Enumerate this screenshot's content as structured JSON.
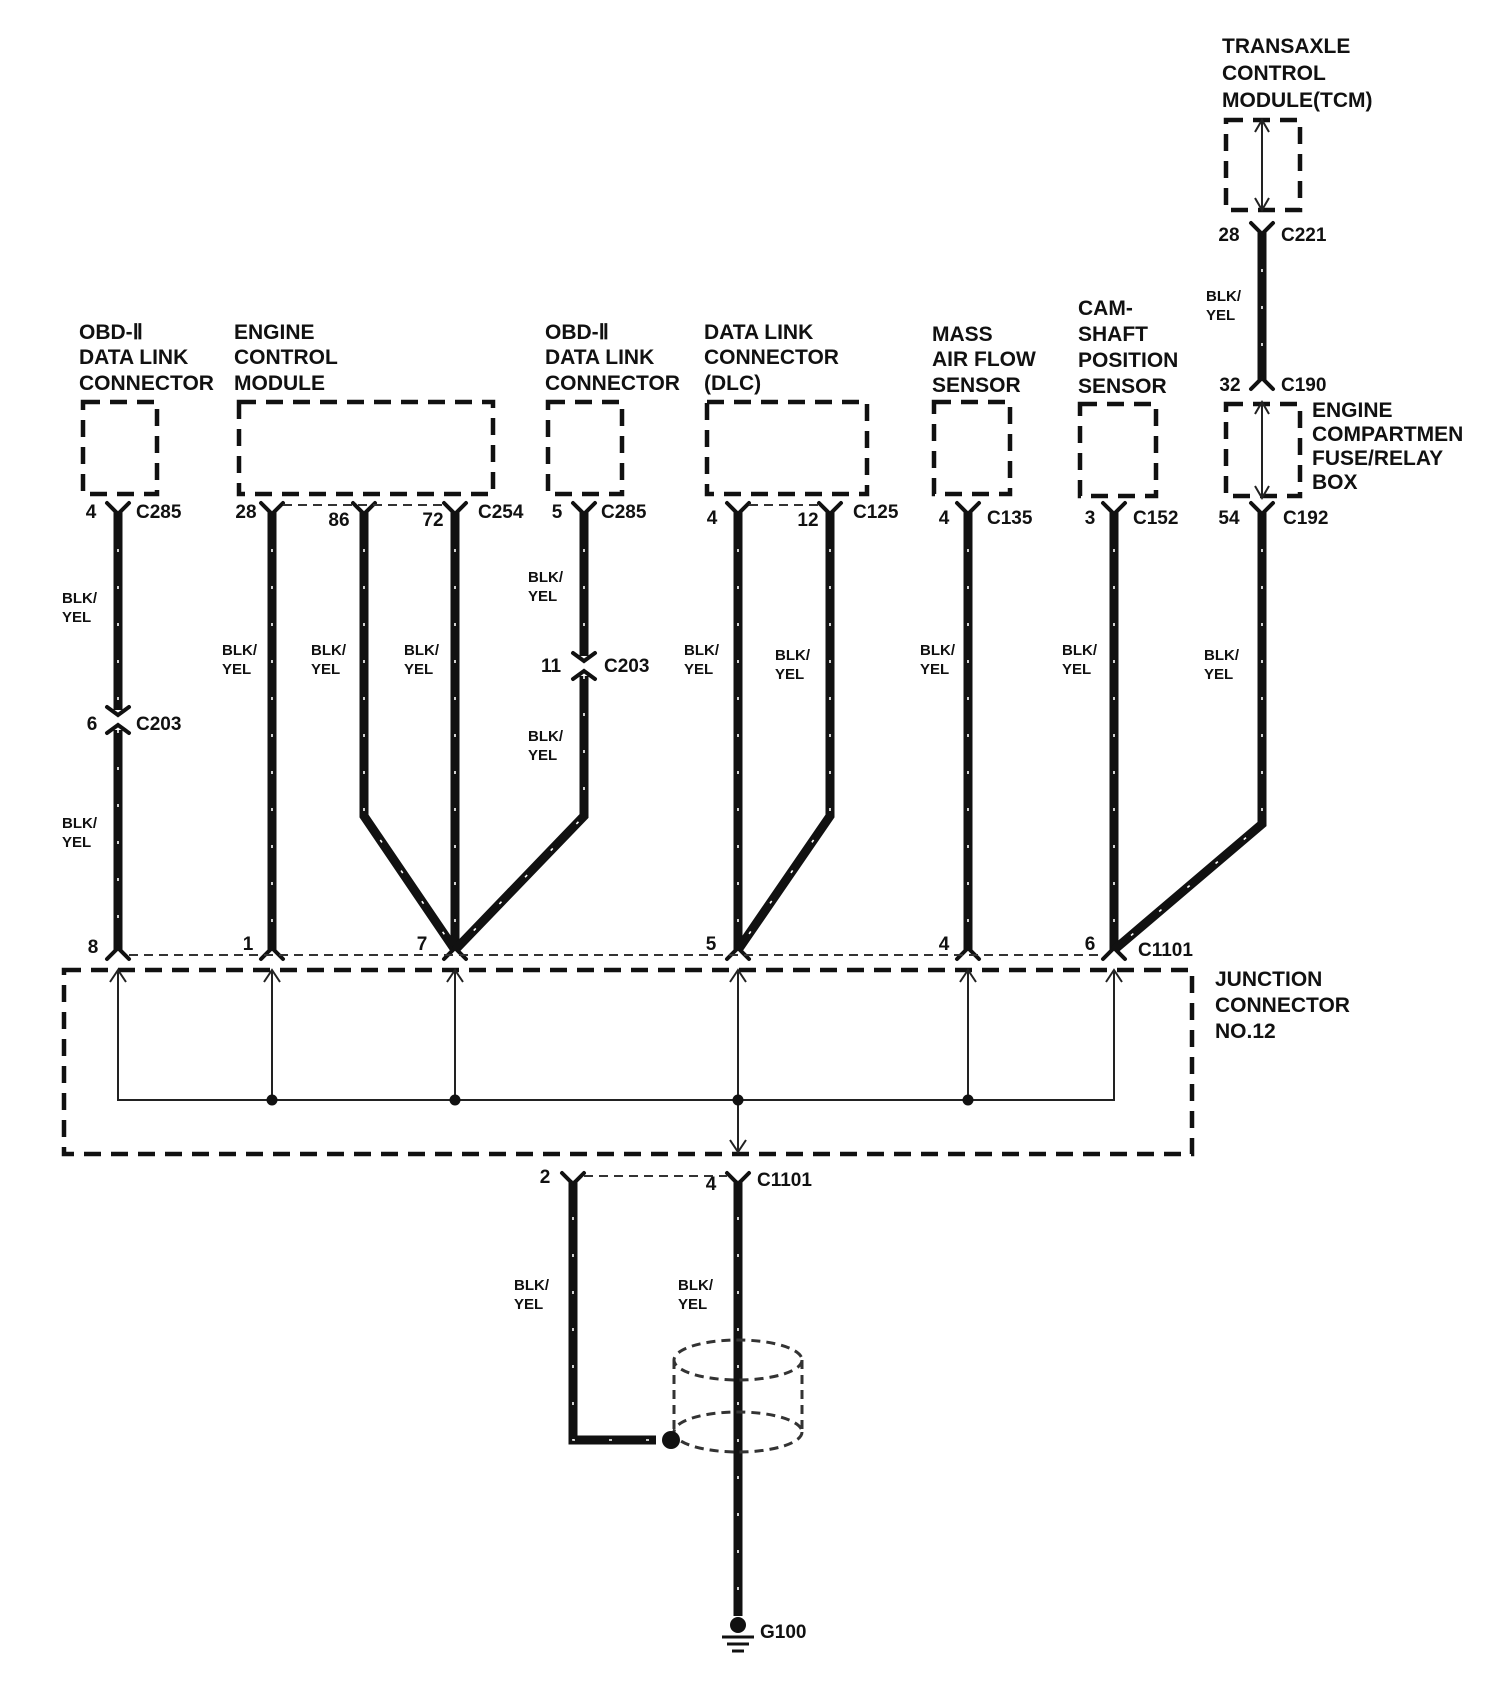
{
  "components": {
    "tcm": [
      "TRANSAXLE",
      "CONTROL",
      "MODULE(TCM)"
    ],
    "obd_left": [
      "OBD-Ⅱ",
      "DATA LINK",
      "CONNECTOR"
    ],
    "ecm": [
      "ENGINE",
      "CONTROL",
      "MODULE"
    ],
    "obd_mid": [
      "OBD-Ⅱ",
      "DATA LINK",
      "CONNECTOR"
    ],
    "dlc": [
      "DATA LINK",
      "CONNECTOR",
      "(DLC)"
    ],
    "maf": [
      "MASS",
      "AIR FLOW",
      "SENSOR"
    ],
    "cmp": [
      "CAM-",
      "SHAFT",
      "POSITION",
      "SENSOR"
    ],
    "fuse_box": [
      "ENGINE",
      "COMPARTMEN",
      "FUSE/RELAY",
      "BOX"
    ],
    "junction": [
      "JUNCTION",
      "CONNECTOR",
      "NO.12"
    ]
  },
  "wire_color": [
    "BLK/",
    "YEL"
  ],
  "connectors": {
    "c285_a": {
      "pin": "4",
      "name": "C285"
    },
    "c203_a": {
      "pin": "6",
      "name": "C203"
    },
    "c254_28": {
      "pin": "28"
    },
    "c254_86": {
      "pin": "86"
    },
    "c254_72": {
      "pin": "72",
      "name": "C254"
    },
    "c285_b": {
      "pin": "5",
      "name": "C285"
    },
    "c203_b": {
      "pin": "11",
      "name": "C203"
    },
    "c125_4": {
      "pin": "4"
    },
    "c125_12": {
      "pin": "12",
      "name": "C125"
    },
    "c135": {
      "pin": "4",
      "name": "C135"
    },
    "c152": {
      "pin": "3",
      "name": "C152"
    },
    "c192": {
      "pin": "54",
      "name": "C192"
    },
    "c190": {
      "pin": "32",
      "name": "C190"
    },
    "c221": {
      "pin": "28",
      "name": "C221"
    },
    "c1101_top": {
      "pins": [
        "8",
        "1",
        "7",
        "5",
        "4",
        "6"
      ],
      "name": "C1101"
    },
    "c1101_bottom": {
      "pins": [
        "2",
        "4"
      ],
      "name": "C1101"
    }
  },
  "ground": {
    "name": "G100"
  }
}
